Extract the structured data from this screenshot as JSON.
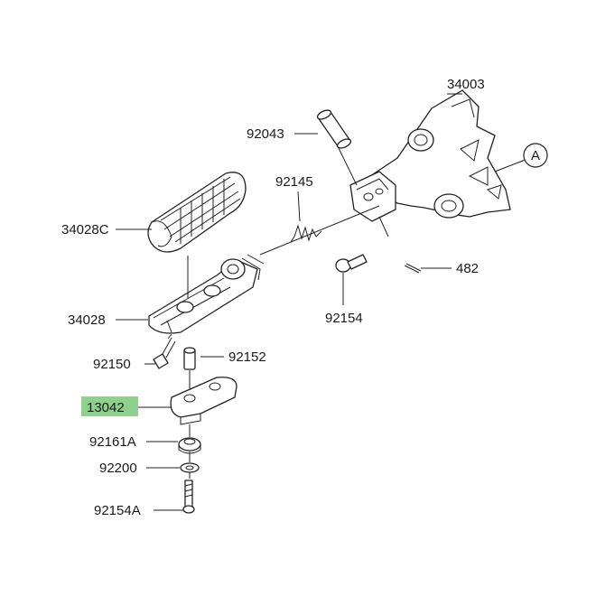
{
  "diagram": {
    "highlight_color": "#8fd08f",
    "labels": {
      "p34003": "34003",
      "p92043": "92043",
      "p92145": "92145",
      "p34028c": "34028C",
      "p34028": "34028",
      "p92150": "92150",
      "p92152": "92152",
      "p13042": "13042",
      "p92161a": "92161A",
      "p92200": "92200",
      "p92154a": "92154A",
      "p92154": "92154",
      "p482": "482",
      "ref_a": "A"
    }
  }
}
